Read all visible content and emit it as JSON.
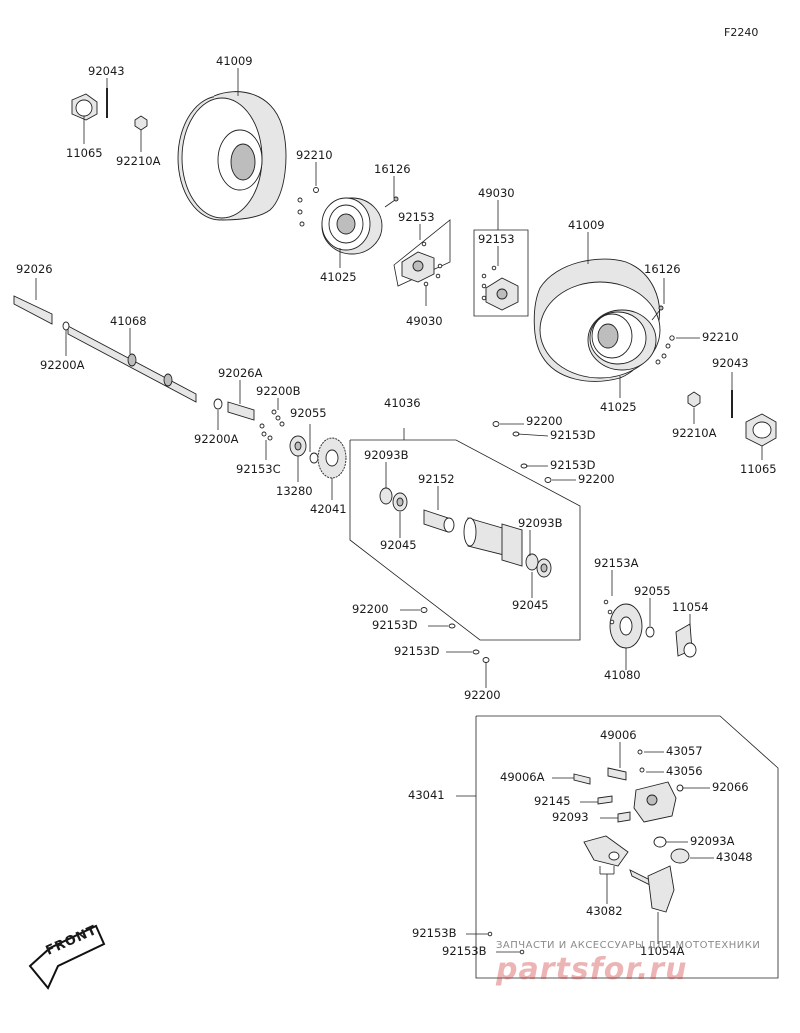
{
  "figure_ref": "F2240",
  "parts": {
    "p92043a": "92043",
    "p41009a": "41009",
    "p11065a": "11065",
    "p92210Aa": "92210A",
    "p92210a": "92210",
    "p16126a": "16126",
    "p49030top": "49030",
    "p92153a": "92153",
    "p92153b": "92153",
    "p41025a": "41025",
    "p49030bot": "49030",
    "p41009b": "41009",
    "p16126b": "16126",
    "p92210b": "92210",
    "p92043b": "92043",
    "p41025b": "41025",
    "p92210Ab": "92210A",
    "p11065b": "11065",
    "p92026": "92026",
    "p41068": "41068",
    "p92200Aa": "92200A",
    "p92026A": "92026A",
    "p92200B": "92200B",
    "p92200Ab": "92200A",
    "p92055a": "92055",
    "p92153C": "92153C",
    "p13280": "13280",
    "p42041": "42041",
    "p41036": "41036",
    "p92200a": "92200",
    "p92153Da": "92153D",
    "p92153Db": "92153D",
    "p92200b": "92200",
    "p92093B": "92093B",
    "p92152": "92152",
    "p92093Bb": "92093B",
    "p92045a": "92045",
    "p92045b": "92045",
    "p92153A": "92153A",
    "p92055b": "92055",
    "p11054": "11054",
    "p92200c": "92200",
    "p92153Dc": "92153D",
    "p92153Dd": "92153D",
    "p41080": "41080",
    "p92200d": "92200",
    "p49006": "49006",
    "p43057": "43057",
    "p49006A": "49006A",
    "p43056": "43056",
    "p43041": "43041",
    "p92066": "92066",
    "p92145": "92145",
    "p92093": "92093",
    "p92093A": "92093A",
    "p43048": "43048",
    "p43082": "43082",
    "p11054A": "11054A",
    "p92153Ba": "92153B",
    "p92153Bb": "92153B"
  },
  "front_label": "FRONT",
  "watermark": {
    "caption": "ЗАПЧАСТИ И АКСЕССУАРЫ ДЛЯ МОТОТЕХНИКИ",
    "brand": "partsfor.ru"
  }
}
